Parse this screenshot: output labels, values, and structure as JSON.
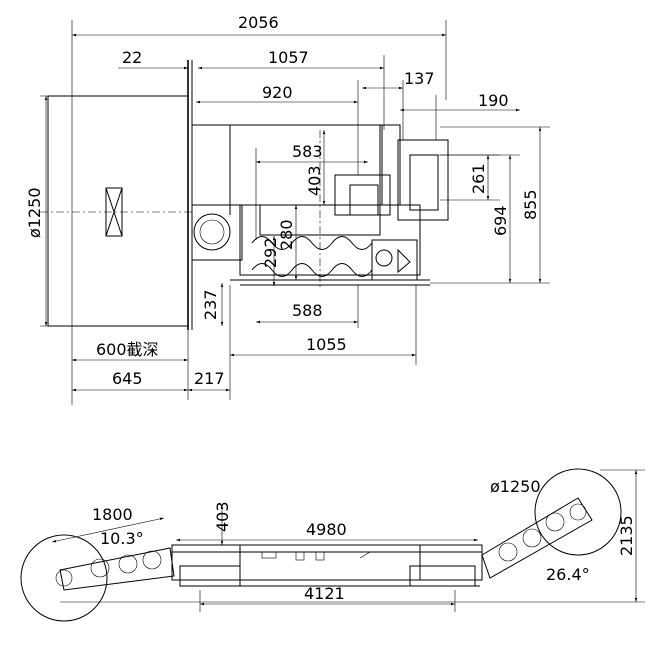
{
  "top_view": {
    "dims": {
      "overall_width": "2056",
      "d22": "22",
      "d1057": "1057",
      "d137": "137",
      "d920": "920",
      "d190": "190",
      "d583": "583",
      "d403": "403",
      "d280": "280",
      "d261": "261",
      "d694": "694",
      "d855": "855",
      "d292": "292",
      "d237": "237",
      "d588": "588",
      "d1055": "1055",
      "cut_width": "600截深",
      "d645": "645",
      "d217": "217",
      "drum_diameter": "ø1250"
    }
  },
  "side_view": {
    "dims": {
      "arm_length": "1800",
      "arm_angle_left": "10.3°",
      "height_403": "403",
      "body_length": "4980",
      "wheelbase": "4121",
      "drum_diameter": "ø1250",
      "arm_angle_right": "26.4°",
      "max_height": "2135"
    }
  }
}
